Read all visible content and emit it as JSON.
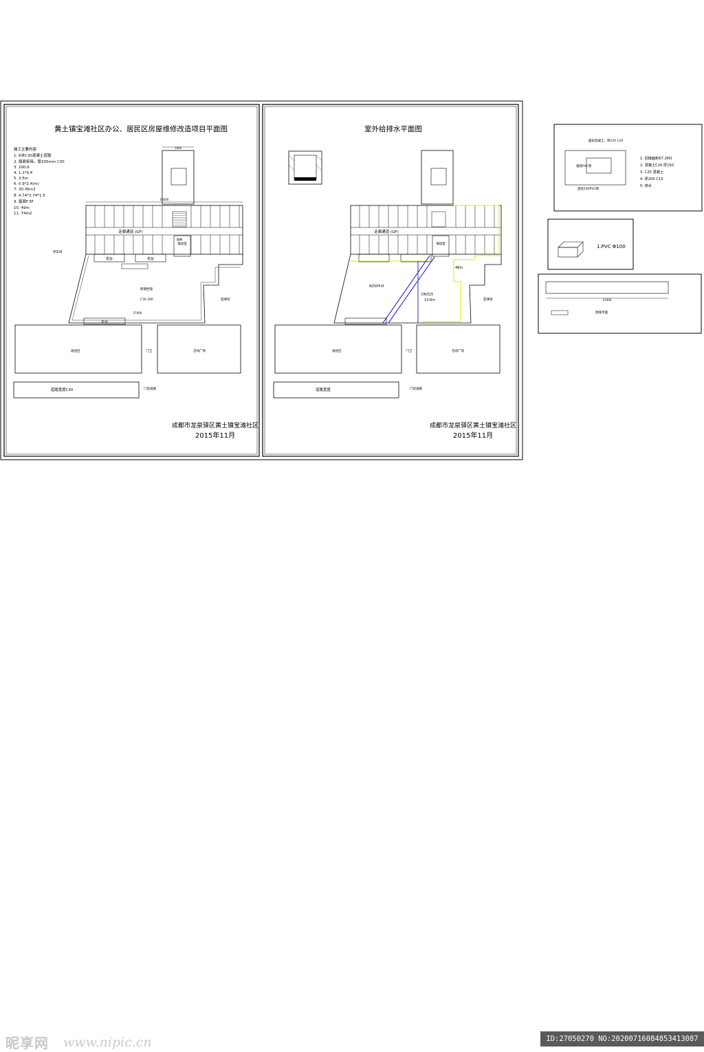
{
  "sheet1": {
    "title": "黄土镇宝滩社区办公、居民区房屋维修改造项目平面图",
    "notes_heading": "施工主要内容",
    "notes": [
      "1. 6米C30混凝土道路",
      "2. 路面拆除，厚200mm C30",
      "3. 200.6",
      "4. 1.2*0.4",
      "5. 3.5m",
      "6. 0.9*2.4(m)",
      "7. 30.36m2",
      "8. 4.74*2.74*1.5",
      "9. 屋面F.3F",
      "10. 49m",
      "11. 74m2"
    ],
    "corridor_label": "走廊通道 (GF)",
    "room_label": "值班室",
    "stair_label": "楼梯",
    "garden_label": "花台",
    "garden_label2": "花台",
    "area_left_label": "停车场",
    "area_right_label": "篮球场",
    "wall_label": "新建围墙",
    "block_left_label": "居住区",
    "block_right_label": "活动广场",
    "gate_label": "门卫",
    "road_label": "道路宽度C30",
    "road_label2": "门前道路",
    "dim_top": "7900",
    "dim_mid": "42000",
    "dim_bottom": "27000",
    "spec1": "新建挡墙",
    "spec2": "C30 200",
    "footer_org": "成都市龙泉驿区黄土镇宝滩社区",
    "footer_date": "2015年11月"
  },
  "sheet2": {
    "title": "室外给排水平面图",
    "corridor_label": "走廊通道 (GF)",
    "room_label": "值班室",
    "pipe1": "DN315",
    "pipe2": "13.6m",
    "pipe3": "Φ25PP-R",
    "pipe4": "48m",
    "area_right_label": "篮球场",
    "block_left_label": "居住区",
    "block_right_label": "活动广场",
    "gate_label": "门卫",
    "road_label": "道路宽度",
    "road_label2": "门前道路",
    "footer_org": "成都市龙泉驿区黄土镇宝滩社区",
    "footer_date": "2015年11月"
  },
  "detail_a": {
    "top_note": "面层混凝土，厚150 C20",
    "inner_label": "埋地PVC管",
    "pipe_label": "直径100PVC管",
    "notes": [
      "1. 回填面积67.2M2",
      "2. 混凝土C20 厚150",
      "3. C20 混凝土",
      "4. 厚200 C15",
      "5. 排水"
    ]
  },
  "detail_b": {
    "label": "1.PVC Φ100"
  },
  "detail_c": {
    "label": "围墙平面",
    "dim": "21000"
  },
  "watermark": {
    "logo": "昵享网",
    "url": "www.nipic.cn",
    "id": "ID:27050270 NO:20200716084853413087"
  }
}
